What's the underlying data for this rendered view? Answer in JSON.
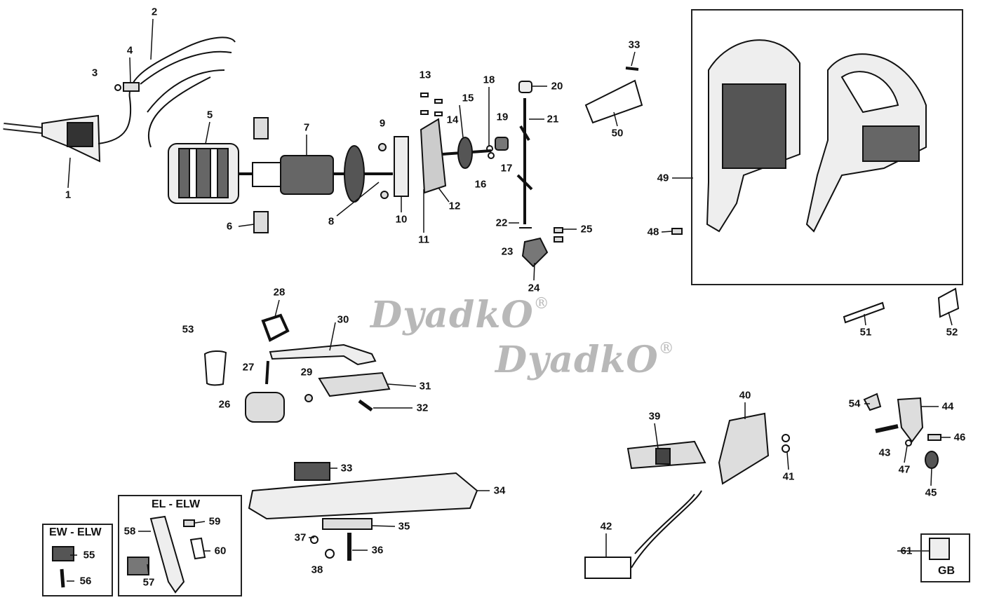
{
  "watermark": {
    "text": "DyadkO",
    "mark": "®"
  },
  "variant_boxes": {
    "ew_elw": "EW - ELW",
    "el_elw": "EL - ELW",
    "gb": "GB"
  },
  "part_labels": [
    "1",
    "2",
    "3",
    "4",
    "5",
    "6",
    "7",
    "8",
    "9",
    "10",
    "11",
    "12",
    "13",
    "14",
    "15",
    "16",
    "17",
    "18",
    "19",
    "20",
    "21",
    "22",
    "23",
    "24",
    "25",
    "26",
    "27",
    "28",
    "29",
    "30",
    "31",
    "32",
    "33",
    "33",
    "34",
    "35",
    "36",
    "37",
    "38",
    "39",
    "40",
    "41",
    "42",
    "43",
    "44",
    "45",
    "46",
    "47",
    "48",
    "49",
    "50",
    "51",
    "52",
    "53",
    "54",
    "55",
    "56",
    "57",
    "58",
    "59",
    "60",
    "61"
  ]
}
